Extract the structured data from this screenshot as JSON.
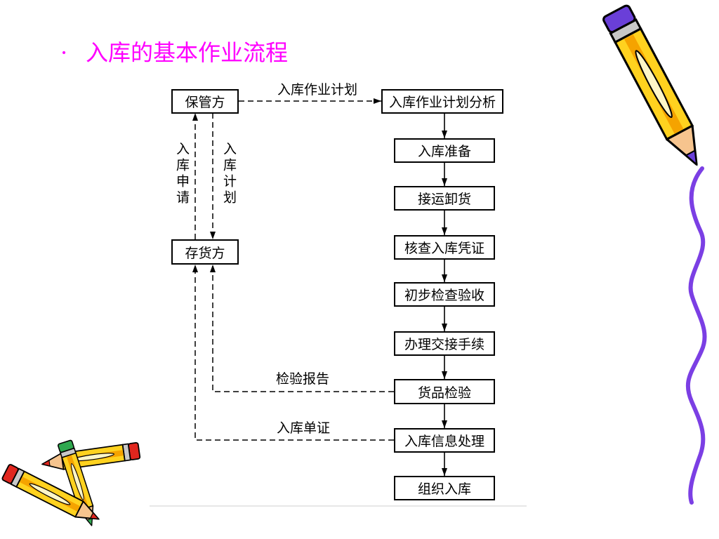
{
  "slide": {
    "bullet": "·",
    "title": "入库的基本作业流程"
  },
  "diagram": {
    "left_nodes": {
      "keeper": "保管方",
      "depositor": "存货方"
    },
    "steps": [
      "入库作业计划分析",
      "入库准备",
      "接运卸货",
      "核查入库凭证",
      "初步检查验收",
      "办理交接手续",
      "货品检验",
      "入库信息处理",
      "组织入库"
    ],
    "edge_labels": {
      "keeper_to_analysis": "入库作业计划",
      "depositor_to_keeper": "入库申请",
      "keeper_to_depositor": "入库计划",
      "inspection_to_depositor": "检验报告",
      "info_to_depositor": "入库单证"
    }
  },
  "decorations": {
    "top_right": "pencil-icon",
    "right_edge": "wavy-line",
    "bottom_left": [
      "pencil-icon",
      "pencil-icon",
      "pencil-icon"
    ]
  },
  "colors": {
    "title": "#FF00FF",
    "background": "#FFFFFF",
    "line": "#000000",
    "wave": "#7B3FE4",
    "pencil_body": "#FFD21F",
    "pencil_stripe": "#F5A300",
    "pencil_wood": "#F6C48E",
    "eraser_purple": "#6A3FD8",
    "eraser_red": "#E0261E",
    "eraser_green": "#2FA84F"
  }
}
